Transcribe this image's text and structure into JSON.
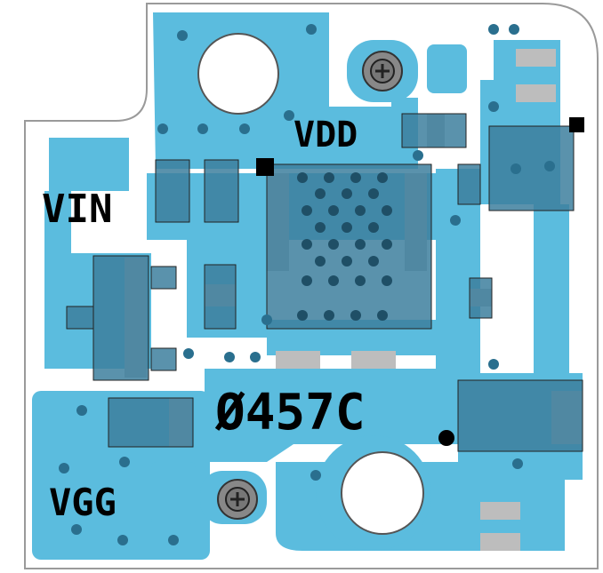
{
  "labels": {
    "vdd": "VDD",
    "vin": "VIN",
    "vgg": "VGG",
    "part_number": "Ø457C"
  },
  "colors": {
    "copper": "#5bbcde",
    "component": "#3d7f9e",
    "pad": "#bdbdbd",
    "board": "#ffffff",
    "outline": "#9a9a9a"
  }
}
